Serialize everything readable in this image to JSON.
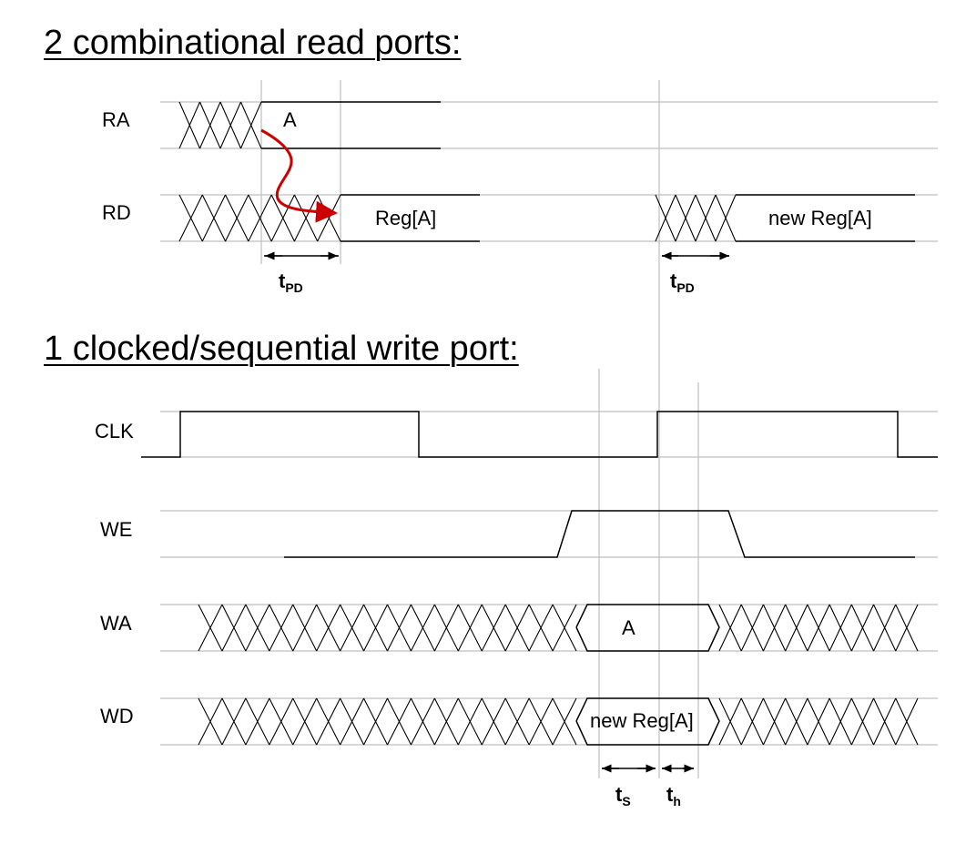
{
  "sections": {
    "read_title": "2 combinational read ports:",
    "write_title": "1 clocked/sequential write port:"
  },
  "signals": {
    "ra": "RA",
    "rd": "RD",
    "clk": "CLK",
    "we": "WE",
    "wa": "WA",
    "wd": "WD"
  },
  "values": {
    "ra_value": "A",
    "rd_value": "Reg[A]",
    "rd_new_value": "new Reg[A]",
    "wa_value": "A",
    "wd_value": "new Reg[A]"
  },
  "timings": {
    "tpd_1": {
      "main": "t",
      "sub": "PD"
    },
    "tpd_2": {
      "main": "t",
      "sub": "PD"
    },
    "ts": {
      "main": "t",
      "sub": "S"
    },
    "th": {
      "main": "t",
      "sub": "h"
    }
  },
  "colors": {
    "line": "#000000",
    "grid": "#bfbfbf",
    "arrow": "#cc0000"
  }
}
